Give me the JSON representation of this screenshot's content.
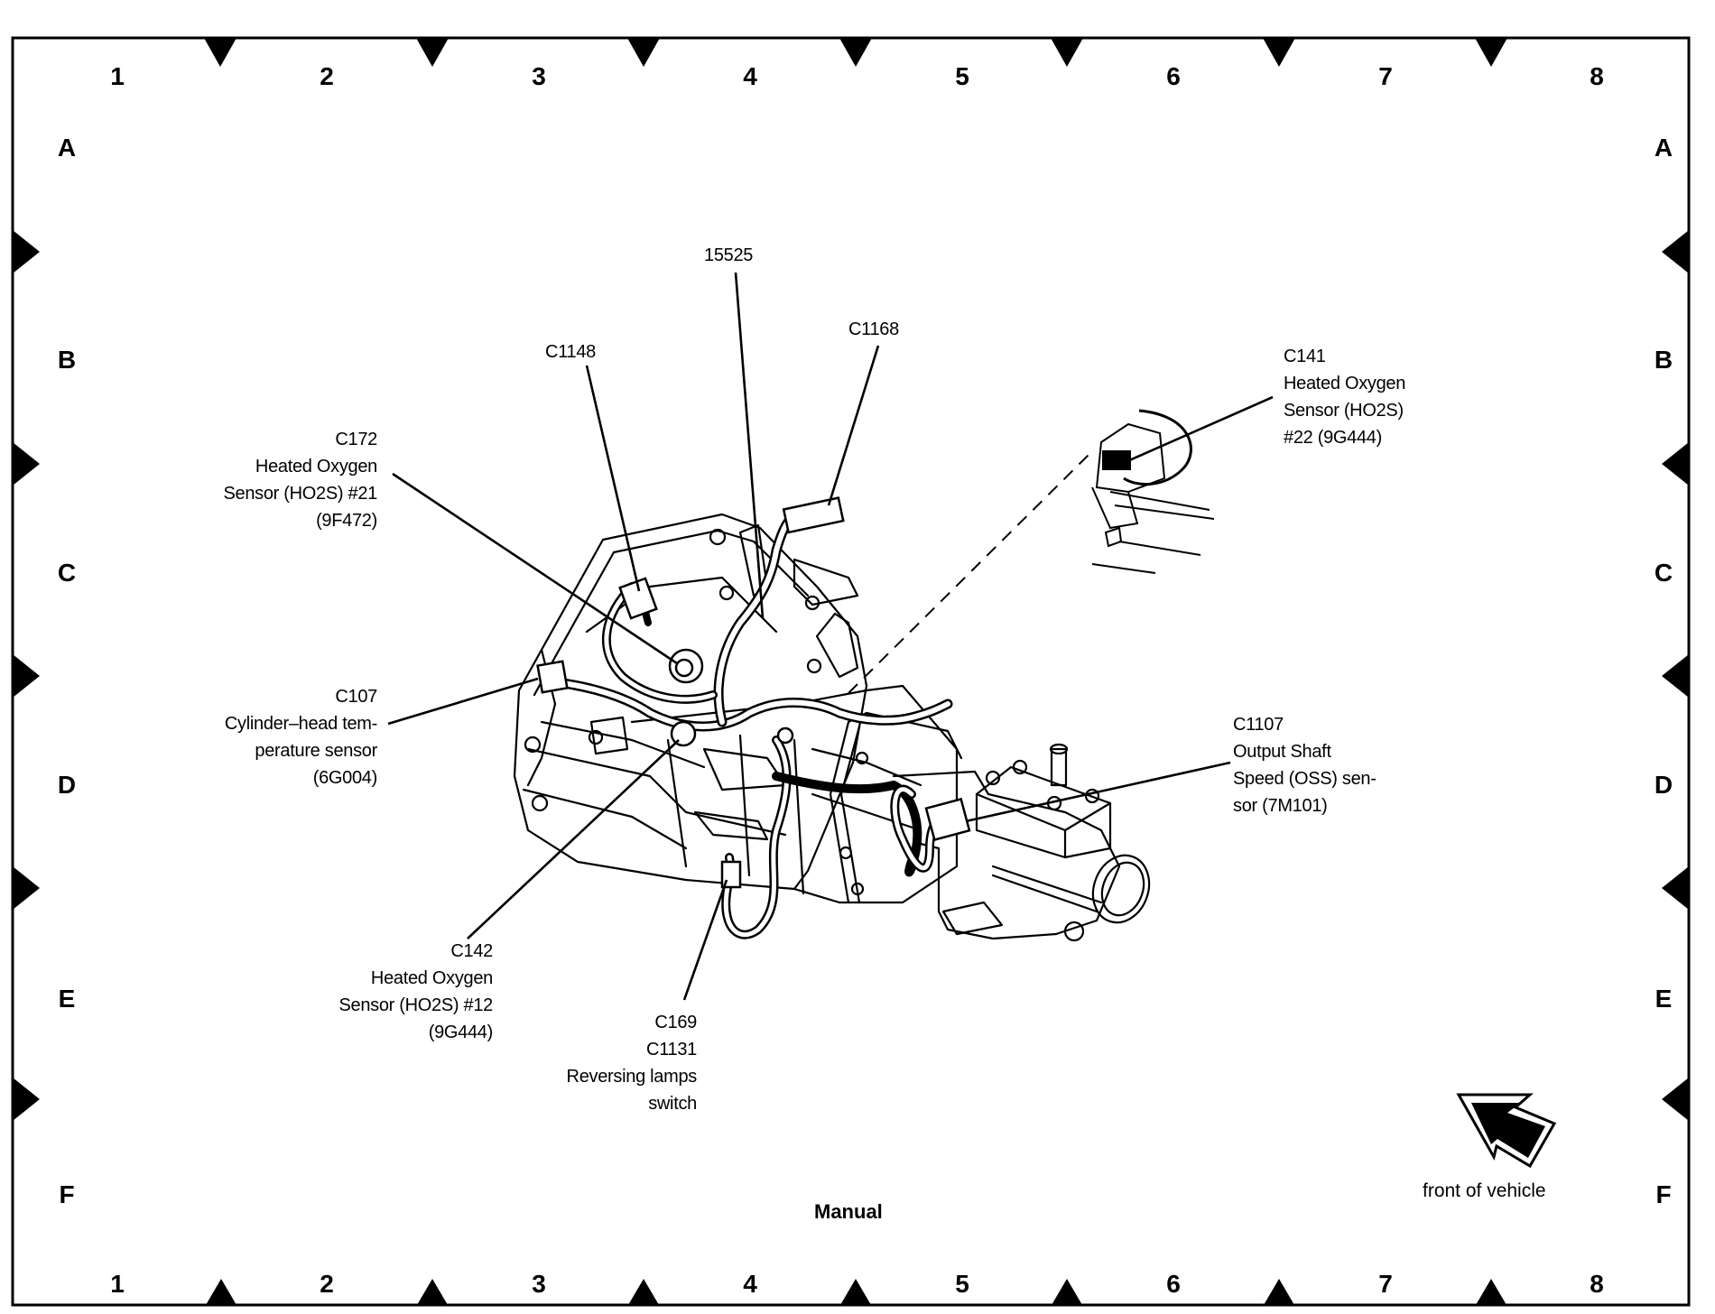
{
  "diagram": {
    "title": "Manual",
    "grid": {
      "columns": [
        "1",
        "2",
        "3",
        "4",
        "5",
        "6",
        "7",
        "8"
      ],
      "rows": [
        "A",
        "B",
        "C",
        "D",
        "E",
        "F"
      ]
    },
    "orientation": {
      "label": "front of vehicle",
      "icon": "direction-arrow-icon"
    },
    "callouts": [
      {
        "id": "c1148",
        "lines": [
          "C1148"
        ]
      },
      {
        "id": "p15525",
        "lines": [
          "15525"
        ]
      },
      {
        "id": "c1168",
        "lines": [
          "C1168"
        ]
      },
      {
        "id": "c172",
        "lines": [
          "C172",
          "Heated Oxygen",
          "Sensor (HO2S) #21",
          "(9F472)"
        ]
      },
      {
        "id": "c141",
        "lines": [
          "C141",
          "Heated Oxygen",
          "Sensor (HO2S)",
          "#22 (9G444)"
        ]
      },
      {
        "id": "c107",
        "lines": [
          "C107",
          "Cylinder–head tem-",
          "perature sensor",
          "(6G004)"
        ]
      },
      {
        "id": "c1107",
        "lines": [
          "C1107",
          "Output Shaft",
          "Speed (OSS) sen-",
          "sor (7M101)"
        ]
      },
      {
        "id": "c142",
        "lines": [
          "C142",
          "Heated Oxygen",
          "Sensor (HO2S) #12",
          "(9G444)"
        ]
      },
      {
        "id": "c169",
        "lines": [
          "C169",
          "C1131",
          "Reversing lamps",
          "switch"
        ]
      }
    ]
  }
}
